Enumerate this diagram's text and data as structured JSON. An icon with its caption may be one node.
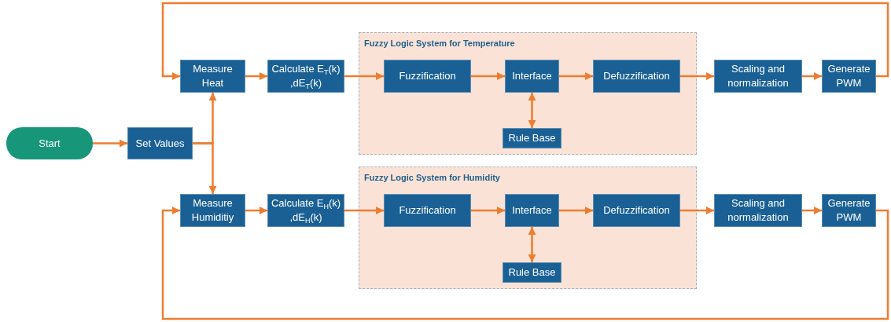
{
  "diagram": {
    "nodes": [
      {
        "text": [
          "Start"
        ]
      },
      {
        "text": [
          "Set Values"
        ]
      },
      {
        "text": [
          "Measure Heat"
        ]
      },
      {
        "text": [
          "Calculate E$_{T}$(k) ,dE$_{T}$(k)"
        ]
      },
      {
        "text": [
          "Fuzzy Logic System for Temperature"
        ]
      },
      {
        "text": [
          "Fuzzification"
        ],
        "in": 4
      },
      {
        "text": [
          "Interface"
        ],
        "in": 4
      },
      {
        "text": [
          "Defuzzification"
        ],
        "in": 4
      },
      {
        "text": [
          "Rule Base"
        ],
        "in": 4
      },
      {
        "text": [
          "Scaling and normalization"
        ]
      },
      {
        "text": [
          "Generate PWM"
        ]
      },
      {
        "text": [
          "Measure Humiditiy"
        ]
      },
      {
        "text": [
          "Calculate E$_{H}$(k) ,dE$_{H}$(k)"
        ]
      },
      {
        "text": [
          "Fuzzy Logic System for Humidity"
        ]
      },
      {
        "text": [
          "Fuzzification"
        ],
        "in": 13
      },
      {
        "text": [
          "Interface"
        ],
        "in": 13
      },
      {
        "text": [
          "Defuzzification"
        ],
        "in": 13
      },
      {
        "text": [
          "Rule Base"
        ],
        "in": 13
      },
      {
        "text": [
          "Scaling and normalization"
        ]
      },
      {
        "text": [
          "Generate PWM"
        ]
      }
    ],
    "edges": [
      {
        "from": 0,
        "to": 1,
        "arrow": "to"
      },
      {
        "from": 1,
        "to": 2,
        "arrow": "to"
      },
      {
        "from": 1,
        "to": 11,
        "arrow": "to"
      },
      {
        "from": 2,
        "to": 3,
        "arrow": "to"
      },
      {
        "from": 3,
        "to": 5,
        "arrow": "to"
      },
      {
        "from": 5,
        "to": 6,
        "arrow": "to"
      },
      {
        "from": 6,
        "to": 8,
        "arrow": "both"
      },
      {
        "from": 6,
        "to": 7,
        "arrow": "to"
      },
      {
        "from": 7,
        "to": 9,
        "arrow": "to"
      },
      {
        "from": 9,
        "to": 10,
        "arrow": "to"
      },
      {
        "from": 10,
        "to": 2,
        "arrow": "to"
      },
      {
        "from": 11,
        "to": 12,
        "arrow": "to"
      },
      {
        "from": 12,
        "to": 14,
        "arrow": "to"
      },
      {
        "from": 14,
        "to": 15,
        "arrow": "to"
      },
      {
        "from": 15,
        "to": 17,
        "arrow": "both"
      },
      {
        "from": 15,
        "to": 16,
        "arrow": "to"
      },
      {
        "from": 16,
        "to": 18,
        "arrow": "to"
      },
      {
        "from": 18,
        "to": 19,
        "arrow": "to"
      },
      {
        "from": 19,
        "to": 11,
        "arrow": "to"
      }
    ]
  }
}
